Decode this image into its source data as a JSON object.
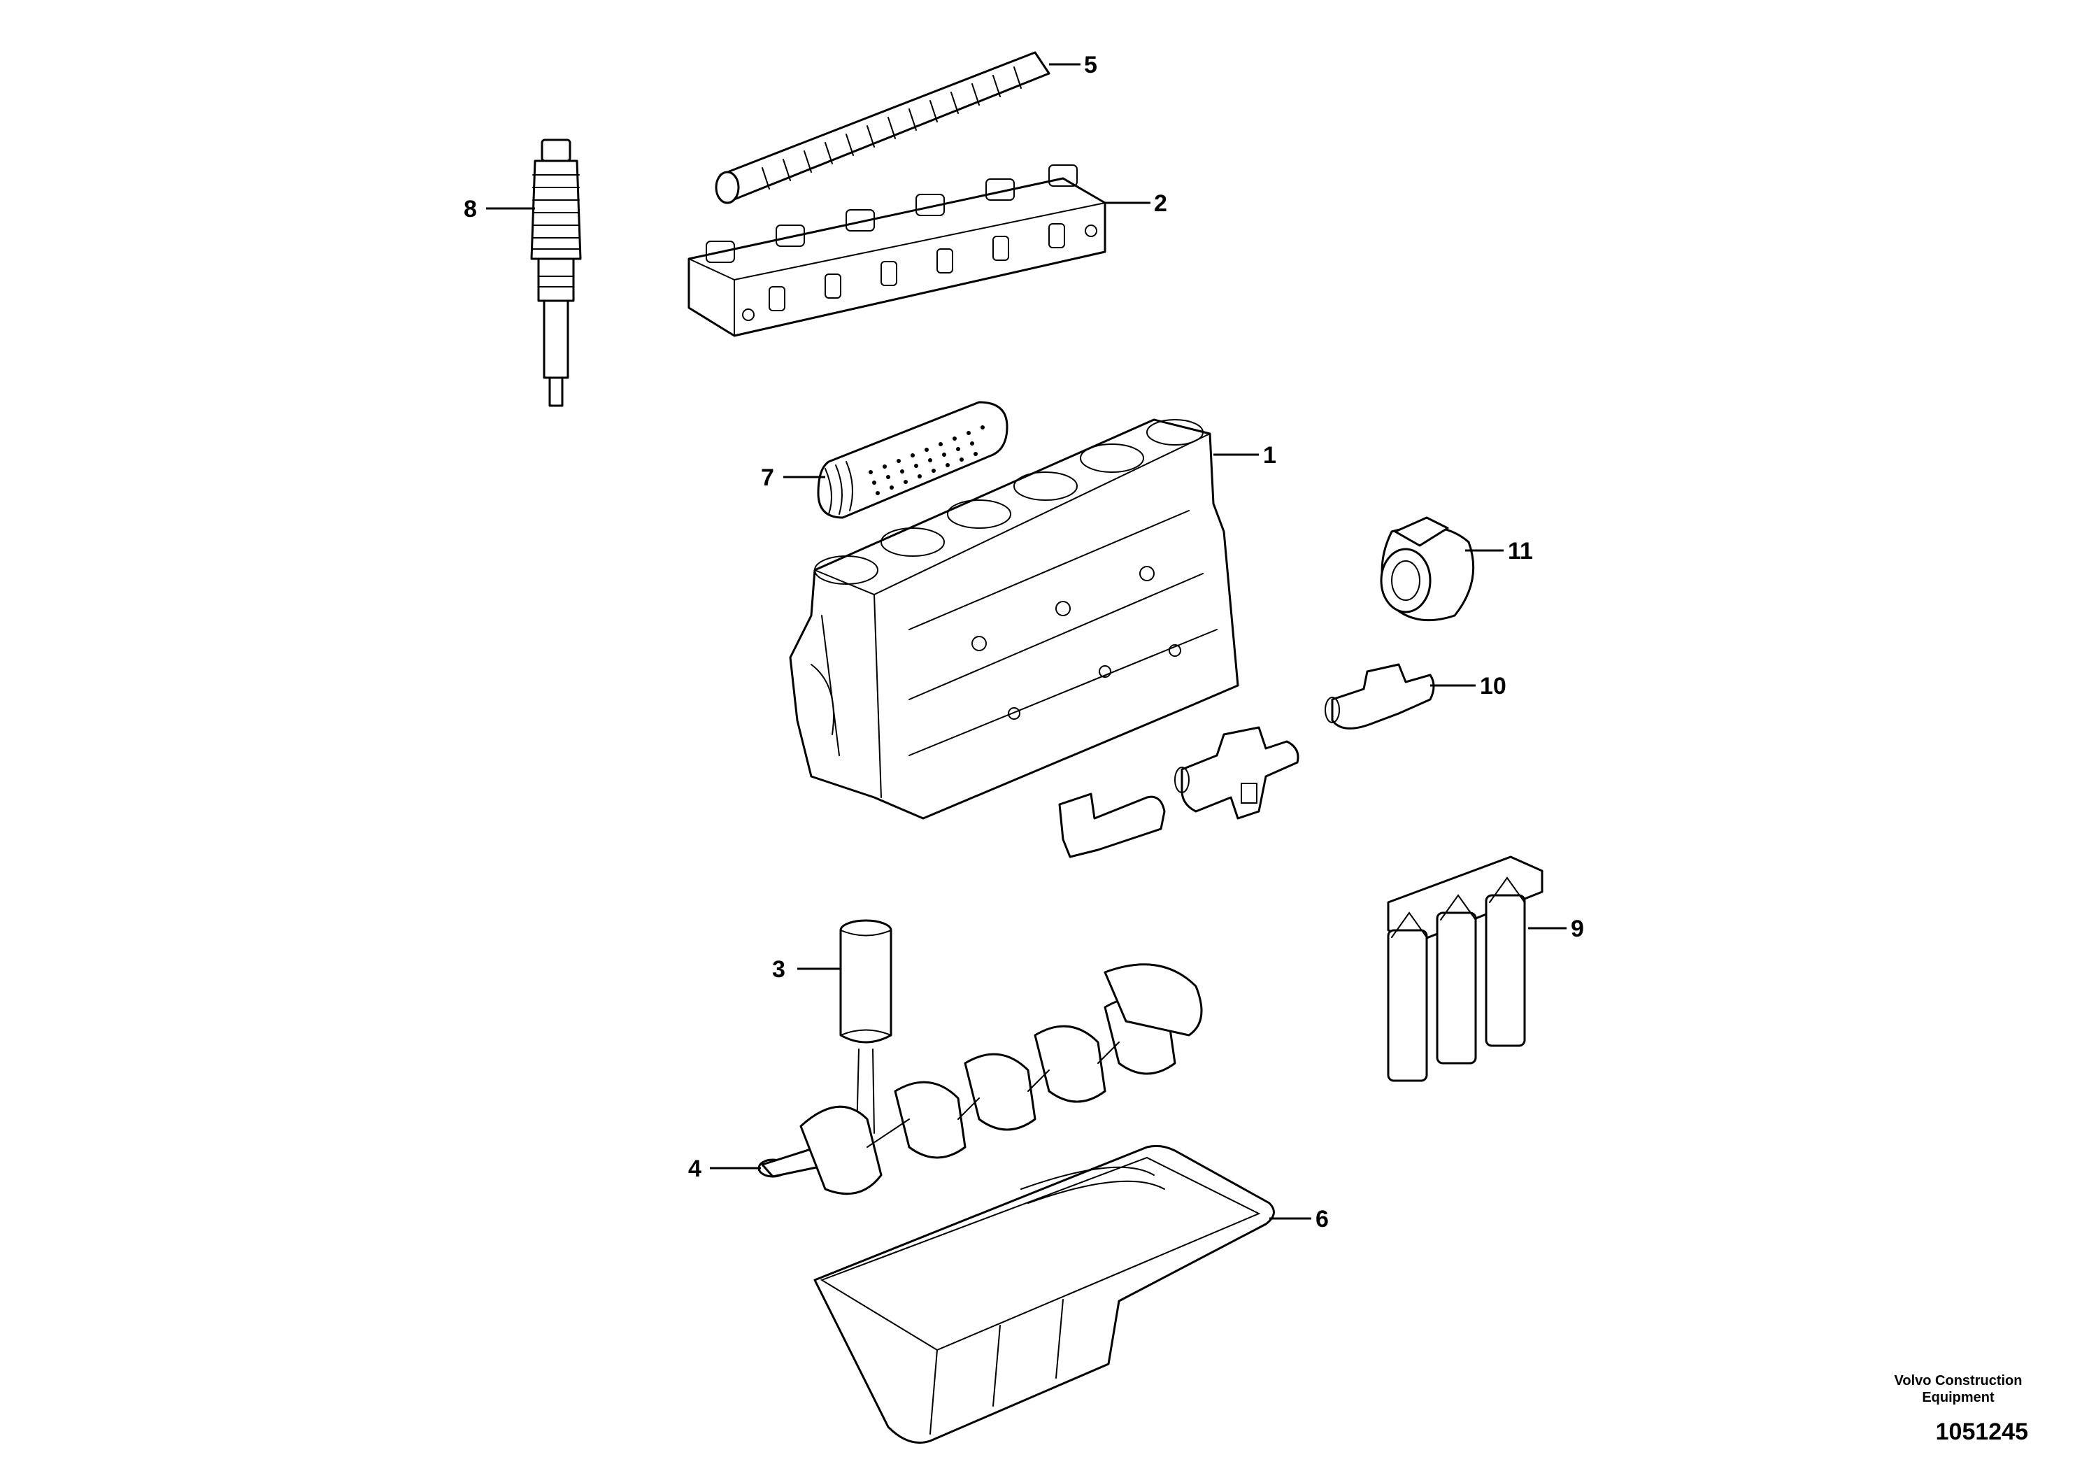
{
  "callouts": {
    "engine_block": "1",
    "cylinder_head": "2",
    "cylinder_liner": "3",
    "crankshaft": "4",
    "camshaft": "5",
    "oil_sump": "6",
    "oil_cooler": "7",
    "injector": "8",
    "oil_filter_housing": "9",
    "exhaust_manifold": "10",
    "turbocharger": "11"
  },
  "footer": {
    "brand_line1": "Volvo Construction",
    "brand_line2": "Equipment",
    "document_number": "1051245"
  },
  "colors": {
    "line": "#000000",
    "background": "#ffffff"
  }
}
